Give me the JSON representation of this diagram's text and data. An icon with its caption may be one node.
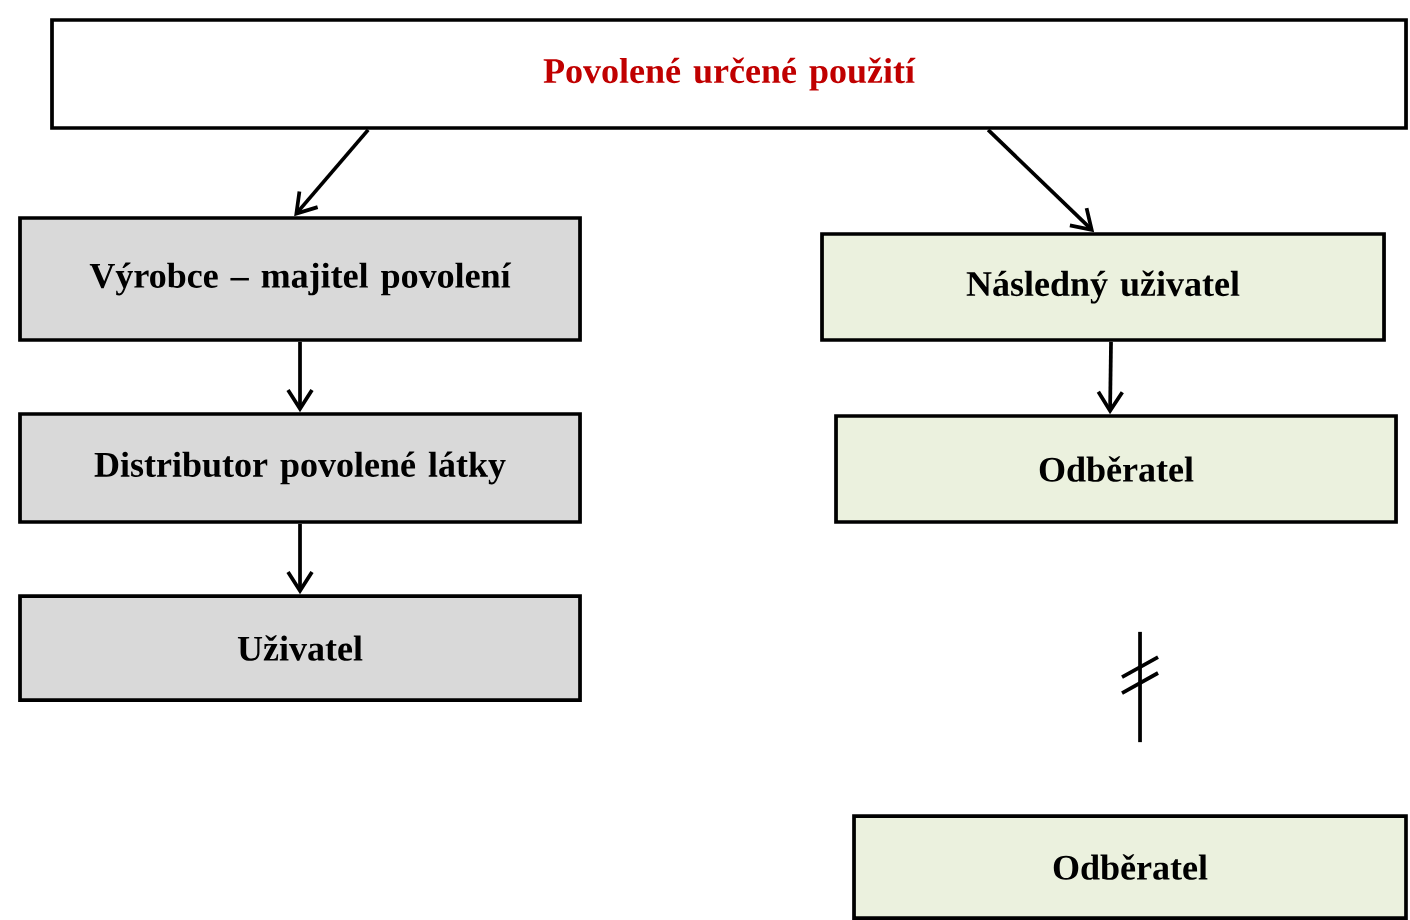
{
  "diagram": {
    "nodes": [
      {
        "text": [
          "Povolené určené použití"
        ]
      },
      {
        "text": [
          "Výrobce – majitel povolení"
        ]
      },
      {
        "text": [
          "Distributor povolené látky"
        ]
      },
      {
        "text": [
          "Uživatel"
        ]
      },
      {
        "text": [
          "Následný uživatel"
        ]
      },
      {
        "text": [
          "Odběratel"
        ]
      },
      {
        "text": [
          "Odběratel"
        ]
      }
    ],
    "edges": [
      {
        "from": 0,
        "to": 1,
        "arrow": "to"
      },
      {
        "from": 0,
        "to": 4,
        "arrow": "to"
      },
      {
        "from": 1,
        "to": 2,
        "arrow": "to"
      },
      {
        "from": 2,
        "to": 3,
        "arrow": "to"
      },
      {
        "from": 4,
        "to": 5,
        "arrow": "to"
      },
      {
        "from": 5,
        "to": 6,
        "arrow": "none"
      }
    ]
  }
}
